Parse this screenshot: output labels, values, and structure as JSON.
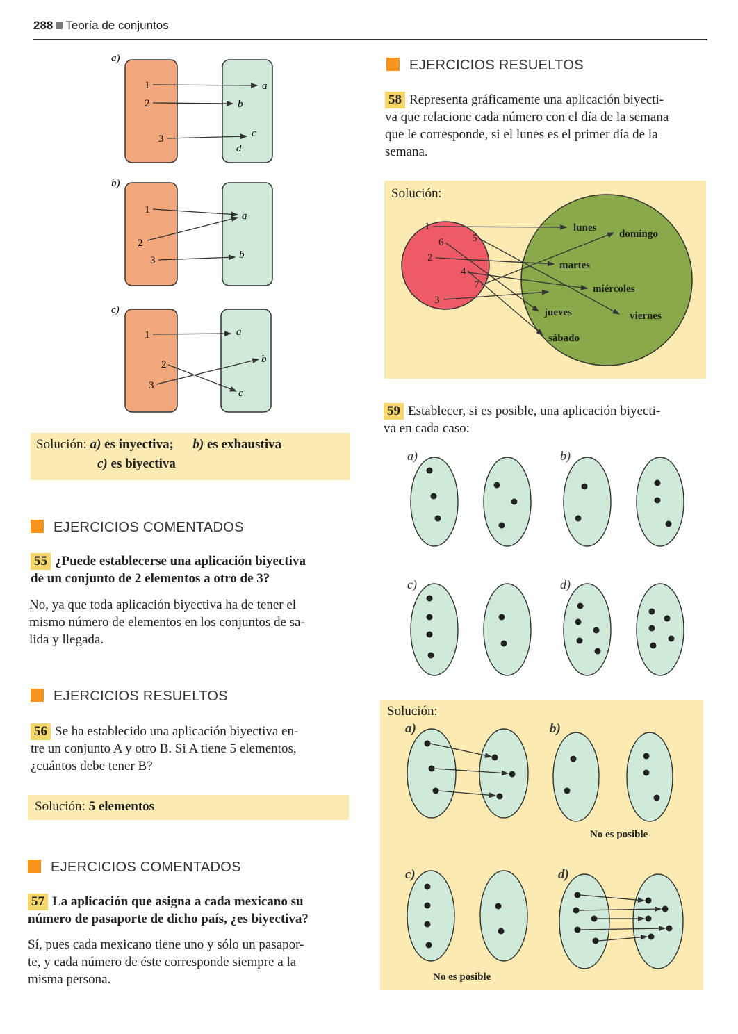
{
  "header": {
    "page_number": "288",
    "title": "Teoría de conjuntos"
  },
  "diagrams_left": {
    "a": {
      "label": "a)",
      "left": [
        "1",
        "2",
        "3"
      ],
      "right": [
        "a",
        "b",
        "c",
        "d"
      ]
    },
    "b": {
      "label": "b)",
      "left": [
        "1",
        "2",
        "3"
      ],
      "right": [
        "a",
        "b"
      ]
    },
    "c": {
      "label": "c)",
      "left": [
        "1",
        "2",
        "3"
      ],
      "right": [
        "a",
        "b",
        "c"
      ]
    }
  },
  "sol_left": {
    "prefix": "Solución:",
    "a_label": "a)",
    "a_text": "es inyectiva;",
    "b_label": "b)",
    "b_text": "es exhaustiva",
    "c_label": "c)",
    "c_text": "es biyectiva"
  },
  "sec1": {
    "title": "EJERCICIOS COMENTADOS"
  },
  "ex55": {
    "num": "55",
    "q1": "¿Puede establecerse una aplicación biyectiva",
    "q2": "de un conjunto de 2 elementos a otro de 3?",
    "a1": "No, ya que toda aplicación biyectiva ha de tener el",
    "a2": "mismo número de elementos en los conjuntos de sa-",
    "a3": "lida y llegada."
  },
  "sec2": {
    "title": "EJERCICIOS RESUELTOS"
  },
  "ex56": {
    "num": "56",
    "l1": "Se ha establecido una aplicación biyectiva en-",
    "l2": "tre un conjunto A y otro B. Si A tiene 5 elementos,",
    "l3": "¿cuántos debe tener B?",
    "sol_prefix": "Solución:",
    "sol_value": "5 elementos"
  },
  "sec3": {
    "title": "EJERCICIOS COMENTADOS"
  },
  "ex57": {
    "num": "57",
    "q1": "La aplicación que asigna a cada mexicano su",
    "q2": "número de pasaporte de dicho país, ¿es biyectiva?",
    "a1": "Sí, pues cada mexicano tiene uno y sólo un pasapor-",
    "a2": "te, y cada número de éste corresponde siempre a la",
    "a3": "misma persona."
  },
  "sec4": {
    "title": "EJERCICIOS RESUELTOS"
  },
  "ex58": {
    "num": "58",
    "l1": "Representa gráficamente una aplicación biyecti-",
    "l2": "va que relacione cada número con el día de la semana",
    "l3": "que le corresponde, si el lunes es el primer día de la",
    "l4": "semana.",
    "sol_prefix": "Solución:",
    "numbers": [
      "1",
      "6",
      "5",
      "2",
      "4",
      "7",
      "3"
    ],
    "days": [
      "lunes",
      "domingo",
      "martes",
      "miércoles",
      "jueves",
      "viernes",
      "sábado"
    ],
    "colors": {
      "set_a": "#ee5a66",
      "set_b": "#8aa94a"
    }
  },
  "ex59": {
    "num": "59",
    "l1": "Establecer, si es posible, una aplicación biyecti-",
    "l2": "va en cada caso:",
    "labels": [
      "a)",
      "b)",
      "c)",
      "d)"
    ],
    "sol_prefix": "Solución:",
    "not_possible": "No es posible"
  }
}
